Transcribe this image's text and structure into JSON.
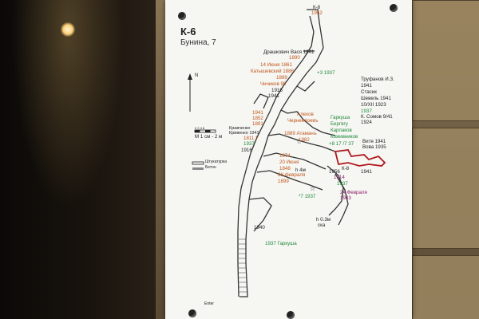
{
  "sign": {
    "title": "К-6",
    "subtitle": "Бунина, 7",
    "north": "N",
    "scale_caption": "М 1 см - 2 м",
    "scale_ticks": "0  2  4  6",
    "legend_plaster": "Штукатурка",
    "legend_concrete": "Бетон",
    "entrance": "Enter"
  },
  "labels": [
    {
      "text": "К-8",
      "color": "k"
    },
    {
      "text": "1952",
      "color": "o"
    },
    {
      "text": "Драшкович Вася 1941",
      "color": "k"
    },
    {
      "text": "1890",
      "color": "o"
    },
    {
      "text": "14 Июня 1861",
      "color": "o"
    },
    {
      "text": "Катышевский 1886",
      "color": "o"
    },
    {
      "text": "1899",
      "color": "o"
    },
    {
      "text": "+3 1937",
      "color": "g"
    },
    {
      "text": "Чичиков 99",
      "color": "o"
    },
    {
      "text": "1916",
      "color": "k"
    },
    {
      "text": "1941",
      "color": "k"
    },
    {
      "text": "1941",
      "color": "o"
    },
    {
      "text": "1852",
      "color": "o"
    },
    {
      "text": "1891",
      "color": "o"
    },
    {
      "text": "Кравченко",
      "color": "k"
    },
    {
      "text": "Кривенко 1941",
      "color": "k"
    },
    {
      "text": "1811 ?",
      "color": "o"
    },
    {
      "text": "1937",
      "color": "g"
    },
    {
      "text": "1916",
      "color": "k"
    },
    {
      "text": "Алехов",
      "color": "o"
    },
    {
      "text": "Чернеевоевъ",
      "color": "o"
    },
    {
      "text": "1889 Атаманъ",
      "color": "o"
    },
    {
      "text": "1882",
      "color": "o"
    },
    {
      "text": "Гаркуша",
      "color": "g"
    },
    {
      "text": "Бергвгу",
      "color": "g"
    },
    {
      "text": "Карпаков",
      "color": "g"
    },
    {
      "text": "Коживников",
      "color": "g"
    },
    {
      "text": "+8 17 /7 37",
      "color": "g"
    },
    {
      "text": "Труфанов И.З.",
      "color": "k"
    },
    {
      "text": "1941",
      "color": "k"
    },
    {
      "text": "Стасик",
      "color": "k"
    },
    {
      "text": "Шевель 1941",
      "color": "k"
    },
    {
      "text": "10/XII 1923",
      "color": "k"
    },
    {
      "text": "1937",
      "color": "g"
    },
    {
      "text": "К. Сомов 9/41",
      "color": "k"
    },
    {
      "text": "1924",
      "color": "k"
    },
    {
      "text": "Витя 1941",
      "color": "k"
    },
    {
      "text": "Вова 1935",
      "color": "k"
    },
    {
      "text": "1874",
      "color": "o"
    },
    {
      "text": "20 Июня",
      "color": "o"
    },
    {
      "text": "1848",
      "color": "o"
    },
    {
      "text": "26 февраля",
      "color": "o"
    },
    {
      "text": "1899",
      "color": "o"
    },
    {
      "text": "h 4м",
      "color": "k"
    },
    {
      "text": "1956",
      "color": "k"
    },
    {
      "text": "К-8",
      "color": "k"
    },
    {
      "text": "1914",
      "color": "p"
    },
    {
      "text": "1941",
      "color": "k"
    },
    {
      "text": "1937",
      "color": "g"
    },
    {
      "text": "*7 1937",
      "color": "g"
    },
    {
      "text": "24 Февраля",
      "color": "p"
    },
    {
      "text": "1903",
      "color": "p"
    },
    {
      "text": "h 0.3м",
      "color": "k"
    },
    {
      "text": "ска",
      "color": "k"
    },
    {
      "text": "1940",
      "color": "k"
    },
    {
      "text": "1937 Гаркуша",
      "color": "g"
    }
  ]
}
